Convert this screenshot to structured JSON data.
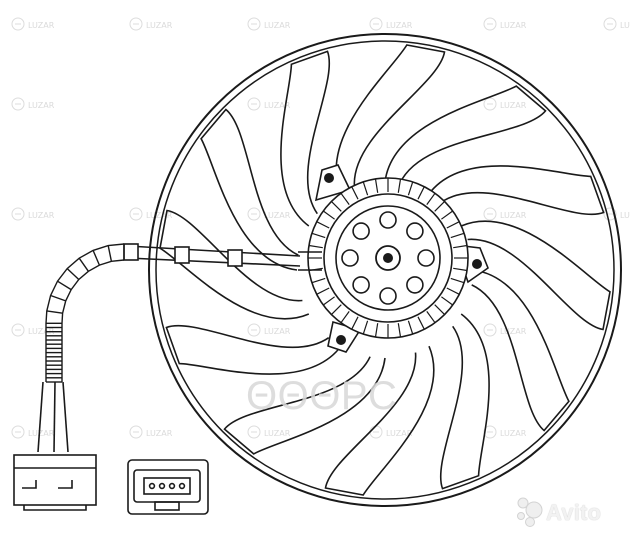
{
  "overlay_text": "ΘΘΘΡC",
  "marketplace_watermark": "Avito",
  "brand_watermark": "LUZAR",
  "colors": {
    "line": "#1a1a1a",
    "watermark": "#d9d9d9",
    "background": "#ffffff"
  },
  "icons": {
    "marketplace_logo": "avito-dots-logo",
    "brand_logo": "luzar-circle-logo"
  }
}
